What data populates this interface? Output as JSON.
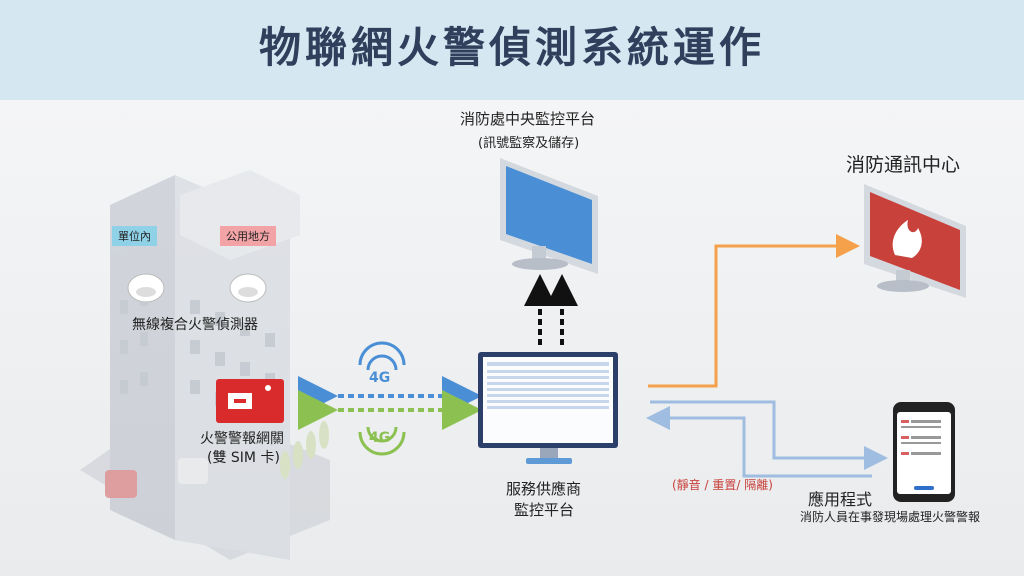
{
  "title": "物聯網火警偵測系統運作",
  "building": {
    "tag_unit": "單位內",
    "tag_public": "公用地方",
    "detector_label": "無線複合火警偵測器",
    "gateway_label_1": "火警警報網關",
    "gateway_label_2": "(雙 SIM 卡)"
  },
  "network": {
    "label_top": "4G",
    "label_bottom": "4G"
  },
  "central": {
    "title": "消防處中央監控平台",
    "subtitle": "(訊號監察及儲存)"
  },
  "comms": {
    "title": "消防通訊中心"
  },
  "provider": {
    "line1": "服務供應商",
    "line2": "監控平台"
  },
  "app": {
    "title": "應用程式",
    "subtitle": "消防人員在事發現場處理火警警報",
    "actions": "(靜音 / 重置/ 隔離)"
  },
  "colors": {
    "header": "#d5e8f1",
    "title": "#2f3f5c",
    "blue": "#4a8fd6",
    "green": "#8cc152",
    "orange": "#f5a04a",
    "lightblue": "#9fbde0",
    "red": "#c9413b"
  }
}
